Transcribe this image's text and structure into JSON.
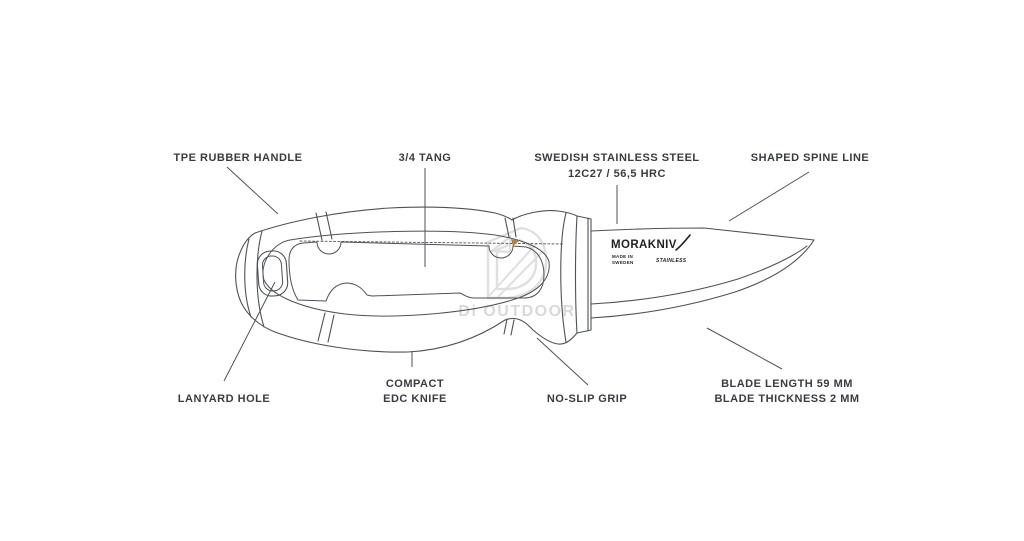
{
  "diagram": {
    "callouts": {
      "tpe_handle": "TPE RUBBER HANDLE",
      "tang": "3/4 TANG",
      "steel_line1": "SWEDISH STAINLESS STEEL",
      "steel_line2": "12C27 / 56,5 HRC",
      "spine": "SHAPED SPINE LINE",
      "lanyard": "LANYARD HOLE",
      "compact_line1": "COMPACT",
      "compact_line2": "EDC KNIFE",
      "grip": "NO-SLIP GRIP",
      "blade_line1": "BLADE LENGTH 59 MM",
      "blade_line2": "BLADE THICKNESS 2 MM"
    },
    "blade_markings": {
      "brand": "MORAKNIV",
      "made_in_line1": "MADE IN",
      "made_in_line2": "SWEDEN",
      "stainless": "STAINLESS"
    },
    "watermark": "Di OUTDOOR",
    "colors": {
      "line": "#4e5257",
      "label": "#383c41",
      "brand_text": "#1e2124",
      "watermark": "#d9d9d9",
      "accent_mark": "#bf7f2f"
    }
  }
}
